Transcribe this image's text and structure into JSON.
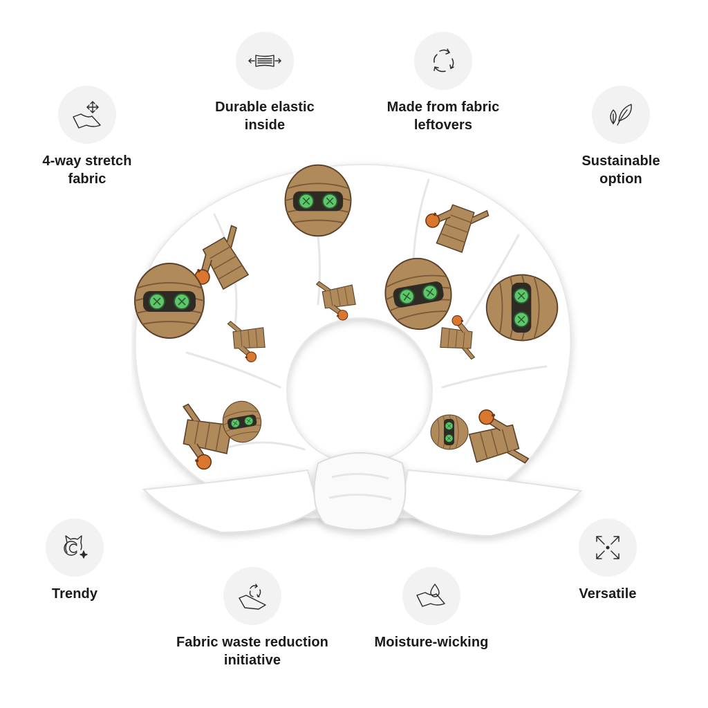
{
  "features": {
    "stretch": {
      "icon": "stretch-fabric-icon",
      "label": "4-way stretch\nfabric"
    },
    "elastic": {
      "icon": "elastic-icon",
      "label": "Durable elastic\ninside"
    },
    "leftovers": {
      "icon": "recycle-icon",
      "label": "Made from fabric\nleftovers"
    },
    "sustain": {
      "icon": "leaves-icon",
      "label": "Sustainable\noption"
    },
    "trendy": {
      "icon": "trendy-cat-icon",
      "label": "Trendy"
    },
    "waste": {
      "icon": "fabric-recycle-icon",
      "label": "Fabric waste reduction\ninitiative"
    },
    "moisture": {
      "icon": "water-drop-icon",
      "label": "Moisture-wicking"
    },
    "versatile": {
      "icon": "expand-arrows-icon",
      "label": "Versatile"
    }
  },
  "colors": {
    "icon_bg": "#f2f2f2",
    "icon_stroke": "#2a2a2a",
    "text": "#1a1a1a",
    "bandage": "#b08a5a",
    "button_green": "#5cc86a",
    "pumpkin": "#d9772e"
  }
}
